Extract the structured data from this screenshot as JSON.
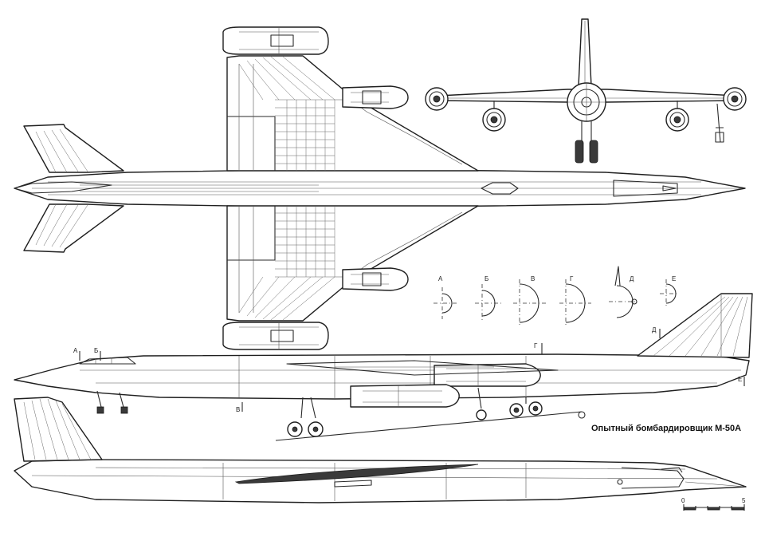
{
  "title": "Опытный бомбардировщик М-50А",
  "sections": [
    {
      "id": "a",
      "label": "А"
    },
    {
      "id": "b",
      "label": "Б"
    },
    {
      "id": "v",
      "label": "В"
    },
    {
      "id": "g",
      "label": "Г"
    },
    {
      "id": "d",
      "label": "Д"
    },
    {
      "id": "e",
      "label": "Е"
    }
  ],
  "scale": {
    "start": "0",
    "end": "5"
  },
  "views": [
    "plan-view",
    "front-view",
    "side-view",
    "underside-view",
    "cross-sections"
  ]
}
